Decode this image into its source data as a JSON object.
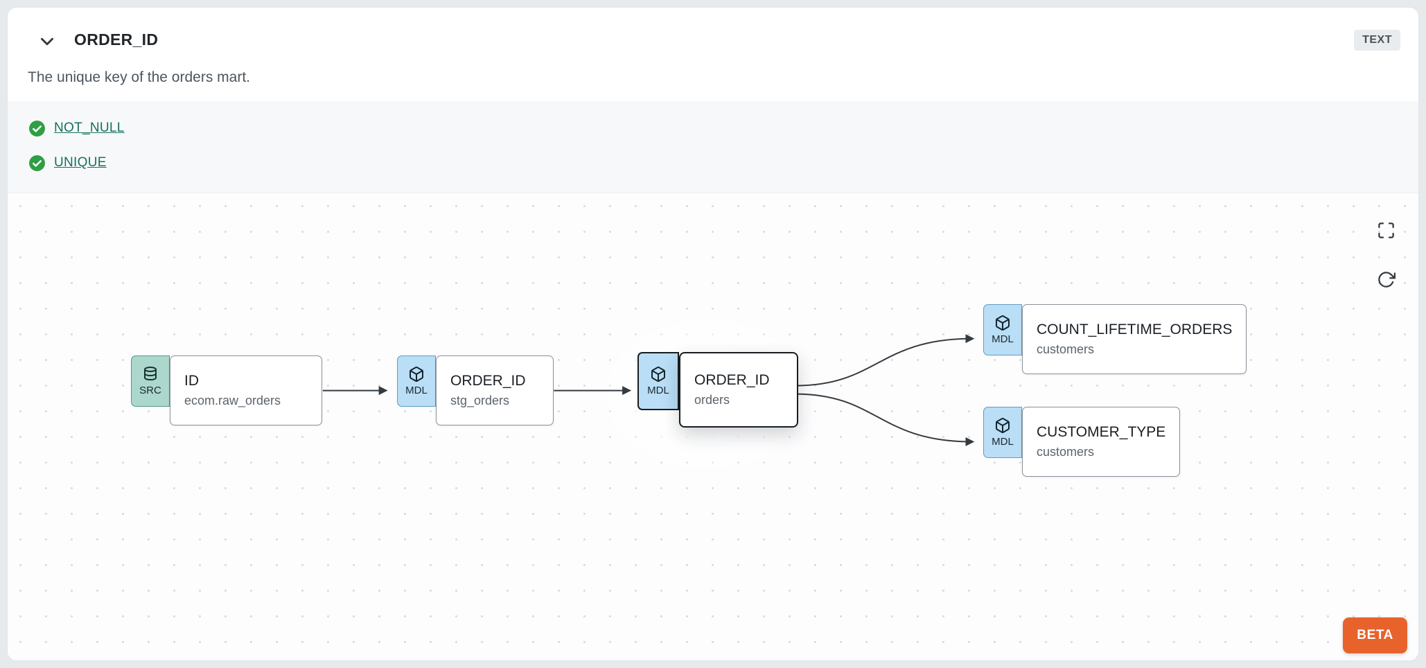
{
  "header": {
    "title": "ORDER_ID",
    "type_badge": "TEXT",
    "description": "The unique key of the orders mart."
  },
  "tests": {
    "items": [
      {
        "label": "NOT_NULL",
        "status": "pass"
      },
      {
        "label": "UNIQUE",
        "status": "pass"
      }
    ],
    "pass_color": "#2f9e44",
    "link_color": "#13715c"
  },
  "lineage": {
    "controls": [
      {
        "name": "fullscreen"
      },
      {
        "name": "refresh"
      }
    ],
    "nodes": [
      {
        "type": "SRC",
        "icon": "database-icon",
        "title": "ID",
        "subtitle": "ecom.raw_orders",
        "selected": false
      },
      {
        "type": "MDL",
        "icon": "cube-icon",
        "title": "ORDER_ID",
        "subtitle": "stg_orders",
        "selected": false
      },
      {
        "type": "MDL",
        "icon": "cube-icon",
        "title": "ORDER_ID",
        "subtitle": "orders",
        "selected": true
      },
      {
        "type": "MDL",
        "icon": "cube-icon",
        "title": "COUNT_LIFETIME_ORDERS",
        "subtitle": "customers",
        "selected": false
      },
      {
        "type": "MDL",
        "icon": "cube-icon",
        "title": "CUSTOMER_TYPE",
        "subtitle": "customers",
        "selected": false
      }
    ],
    "edges": [
      {
        "from": "ID (ecom.raw_orders)",
        "to": "ORDER_ID (stg_orders)"
      },
      {
        "from": "ORDER_ID (stg_orders)",
        "to": "ORDER_ID (orders)"
      },
      {
        "from": "ORDER_ID (orders)",
        "to": "COUNT_LIFETIME_ORDERS (customers)"
      },
      {
        "from": "ORDER_ID (orders)",
        "to": "CUSTOMER_TYPE (customers)"
      }
    ],
    "colors": {
      "src_badge_bg": "#abd7cd",
      "mdl_badge_bg": "#b9def5",
      "edge": "#343a40"
    }
  },
  "beta": {
    "label": "BETA",
    "bg": "#e8632c"
  }
}
